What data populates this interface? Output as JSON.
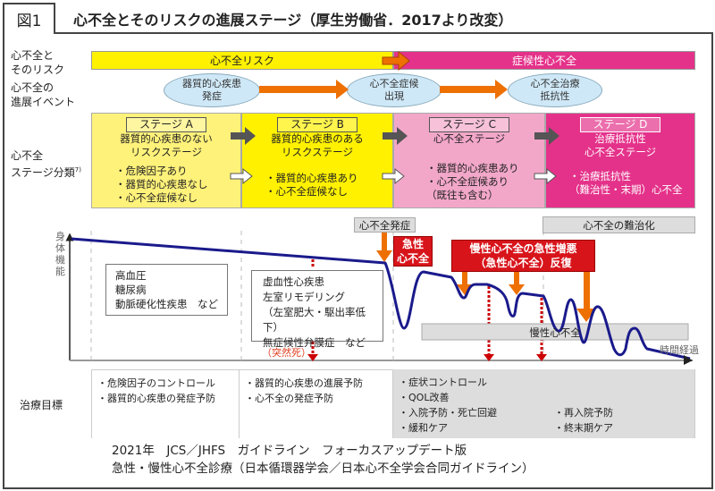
{
  "figure_label": "図1",
  "title": "心不全とそのリスクの進展ステージ（厚生労働省．2017より改変）",
  "row_labels": {
    "risk": [
      "心不全と",
      "そのリスク"
    ],
    "events": [
      "心不全の",
      "進展イベント"
    ],
    "stages": [
      "心不全",
      "ステージ分類"
    ],
    "stages_ref": "7)",
    "goals": "治療目標"
  },
  "risk_bar": {
    "risk": "心不全リスク",
    "symptomatic": "症候性心不全"
  },
  "events": [
    {
      "lines": [
        "器質的心疾患",
        "発症"
      ]
    },
    {
      "lines": [
        "心不全症候",
        "出現"
      ]
    },
    {
      "lines": [
        "心不全治療",
        "抵抗性"
      ]
    }
  ],
  "stages": [
    {
      "label": "ステージ A",
      "desc": [
        "器質的心疾患のない",
        "リスクステージ"
      ],
      "bullets": [
        "・危険因子あり",
        "・器質的心疾患なし",
        "・心不全症候なし"
      ],
      "color": "#fff27a"
    },
    {
      "label": "ステージ B",
      "desc": [
        "器質的心疾患のある",
        "リスクステージ"
      ],
      "bullets": [
        "・器質的心疾患あり",
        "・心不全症候なし"
      ],
      "color": "#fff100"
    },
    {
      "label": "ステージ C",
      "desc": [
        "心不全ステージ"
      ],
      "bullets": [
        "・器質的心疾患あり",
        "・心不全症候あり",
        "（既往も含む）"
      ],
      "color": "#f2a7c9"
    },
    {
      "label": "ステージ D",
      "desc": [
        "治療抵抗性",
        "心不全ステージ"
      ],
      "bullets": [
        "・治療抵抗性",
        "（難治性・末期）心不全"
      ],
      "color": "#e4328a"
    }
  ],
  "chart": {
    "y_axis": "身体機能",
    "x_axis": "時間経過",
    "box_a": [
      "高血圧",
      "糖尿病",
      "動脈硬化性疾患　など"
    ],
    "box_b": [
      "虚血性心疾患",
      "左室リモデリング",
      "（左室肥大・駆出率低下）",
      "無症候性弁膜症　など"
    ],
    "sudden_death": "（突然死）",
    "onset": "心不全発症",
    "acute": [
      "急性",
      "心不全"
    ],
    "exacerbation": [
      "慢性心不全の急性増悪",
      "（急性心不全）反復"
    ],
    "refractory": "心不全の難治化",
    "chronic": "慢性心不全"
  },
  "goals": [
    [
      "・危険因子のコントロール",
      "・器質的心疾患の発症予防"
    ],
    [
      "・器質的心疾患の進展予防",
      "・心不全の発症予防"
    ],
    [
      "・症状コントロール",
      "・QOL改善",
      "・入院予防・死亡回避",
      "・緩和ケア"
    ],
    [
      "・再入院予防",
      "・終末期ケア"
    ]
  ],
  "footer": [
    "2021年　JCS／JHFS　ガイドライン　フォーカスアップデート版",
    "急性・慢性心不全診療（日本循環器学会／日本心不全学会合同ガイドライン）"
  ],
  "colors": {
    "curve": "#1a1a8c",
    "orange": "#ee7000",
    "red": "#d8141b",
    "pink": "#e4328a",
    "yellow": "#fff100"
  }
}
